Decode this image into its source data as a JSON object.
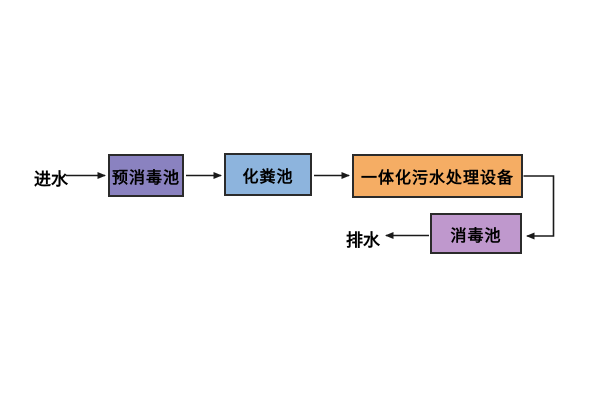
{
  "diagram": {
    "inlet_label": "进水",
    "outlet_label": "排水",
    "nodes": [
      {
        "id": "pre-disinfection-tank",
        "label": "预消毒池",
        "fill": "#8a82c0"
      },
      {
        "id": "septic-tank",
        "label": "化粪池",
        "fill": "#8db4dd"
      },
      {
        "id": "integrated-sewage-treatment",
        "label": "一体化污水处理设备",
        "fill": "#f5ad64"
      },
      {
        "id": "disinfection-tank",
        "label": "消毒池",
        "fill": "#bf98cd"
      }
    ],
    "edges": [
      {
        "from": "进水",
        "to": "预消毒池"
      },
      {
        "from": "预消毒池",
        "to": "化粪池"
      },
      {
        "from": "化粪池",
        "to": "一体化污水处理设备"
      },
      {
        "from": "一体化污水处理设备",
        "to": "消毒池"
      },
      {
        "from": "消毒池",
        "to": "排水"
      }
    ],
    "colors": {
      "border": "#2b2b2b",
      "arrow": "#1a1a1a",
      "text": "#000000",
      "background": "#ffffff"
    }
  }
}
